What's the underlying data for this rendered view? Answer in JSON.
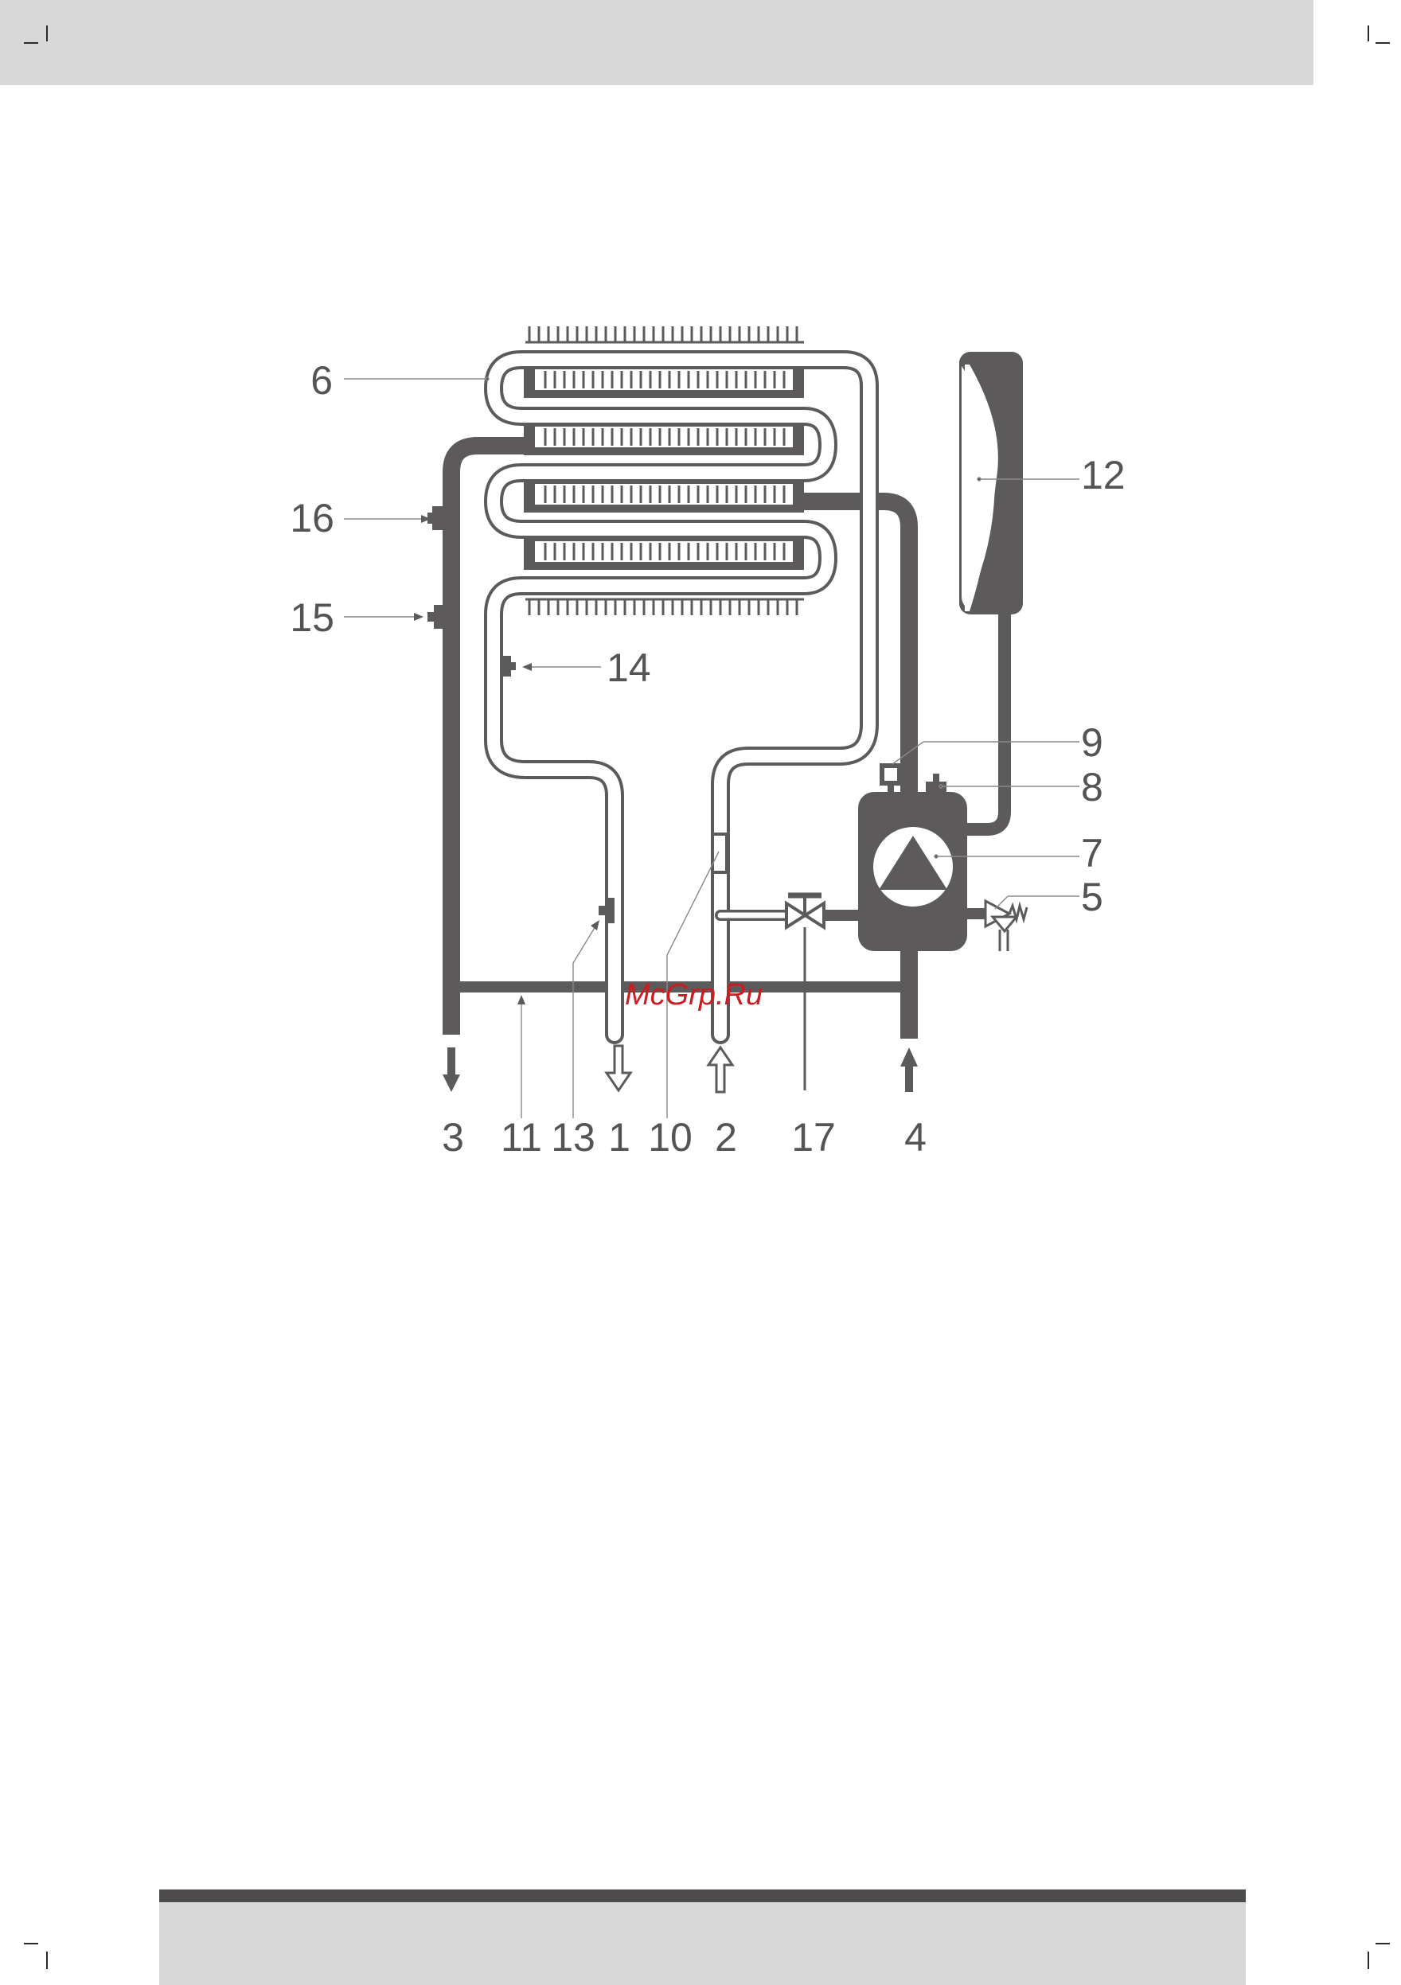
{
  "colors": {
    "pipe": "#5c5a5b",
    "header_band": "#d8d8d8",
    "footer_stripe": "#4d4b4c",
    "watermark": "#cc1c22",
    "callout_text": "#555355"
  },
  "diagram": {
    "labels": {
      "c1": "1",
      "c2": "2",
      "c3": "3",
      "c4": "4",
      "c5": "5",
      "c6": "6",
      "c7": "7",
      "c8": "8",
      "c9": "9",
      "c10": "10",
      "c11": "11",
      "c12": "12",
      "c13": "13",
      "c14": "14",
      "c15": "15",
      "c16": "16",
      "c17": "17"
    },
    "icons": [
      "pump-icon",
      "expansion-vessel-icon",
      "valve-icon",
      "safety-valve-icon",
      "flow-sensor-icon"
    ]
  },
  "watermark": "McGrp.Ru"
}
